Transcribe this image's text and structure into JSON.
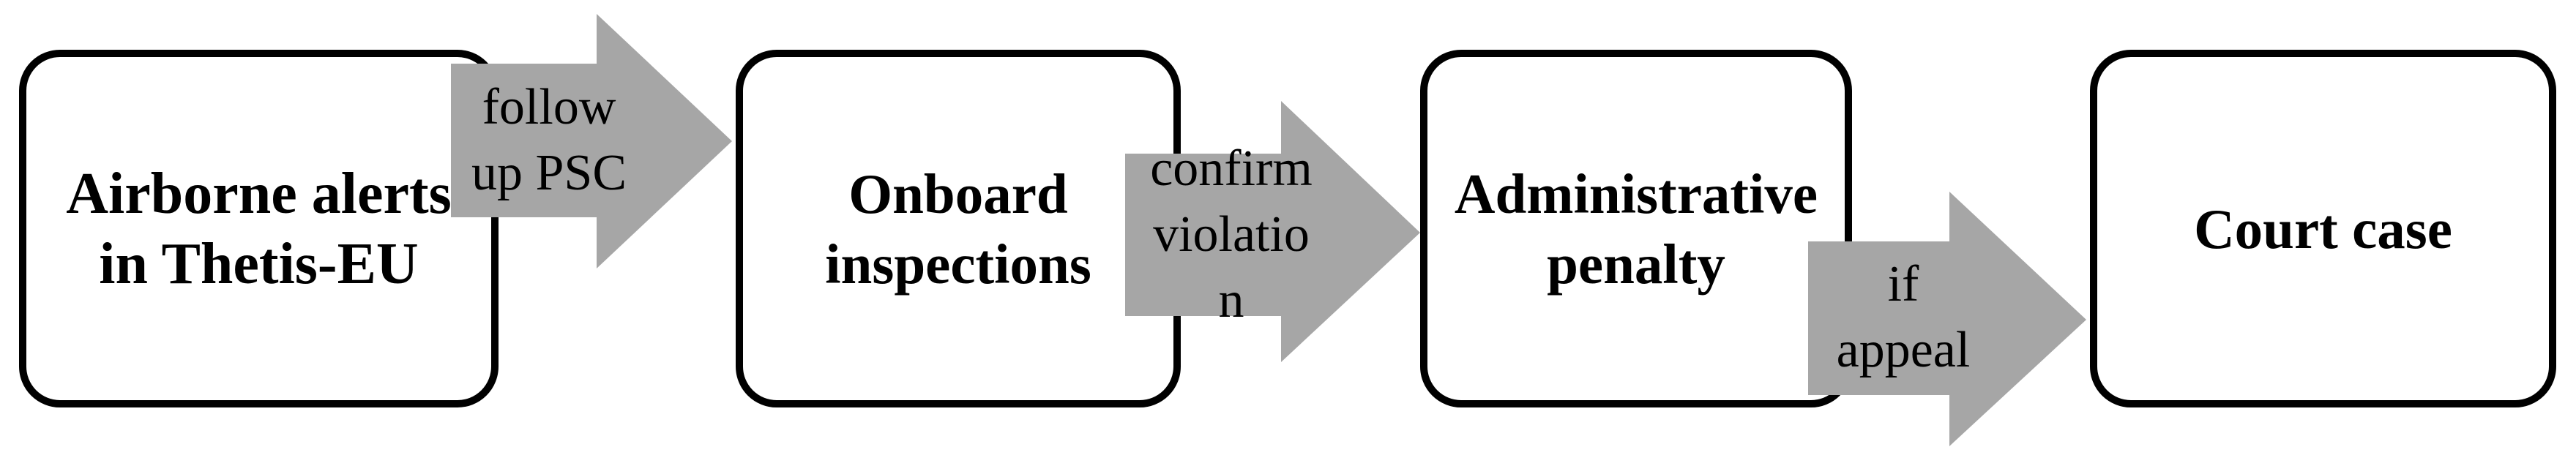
{
  "figure": {
    "type": "flowchart",
    "boxes": [
      {
        "label": "Airborne alerts in Thetis-EU",
        "lines": [
          "Airborne alerts",
          "in Thetis-EU"
        ]
      },
      {
        "label": "Onboard inspections",
        "lines": [
          "Onboard",
          "inspections"
        ]
      },
      {
        "label": "Administrative penalty",
        "lines": [
          "Administrative",
          "penalty"
        ]
      },
      {
        "label": "Court case",
        "lines": [
          "Court case"
        ]
      }
    ],
    "arrows": [
      {
        "label": "follow up PSC",
        "lines": [
          "follow",
          "up PSC"
        ],
        "from": "Airborne alerts in Thetis-EU",
        "to": "Onboard inspections"
      },
      {
        "label": "confirm violation",
        "lines": [
          "confirm",
          "violatio",
          "n"
        ],
        "from": "Onboard inspections",
        "to": "Administrative penalty"
      },
      {
        "label": "if appeal",
        "lines": [
          "if",
          "appeal"
        ],
        "from": "Administrative penalty",
        "to": "Court case"
      }
    ],
    "colors": {
      "arrow_fill": "#a6a6a6",
      "box_border": "#000000",
      "box_fill": "#ffffff",
      "text": "#000000",
      "background": "#ffffff"
    }
  }
}
